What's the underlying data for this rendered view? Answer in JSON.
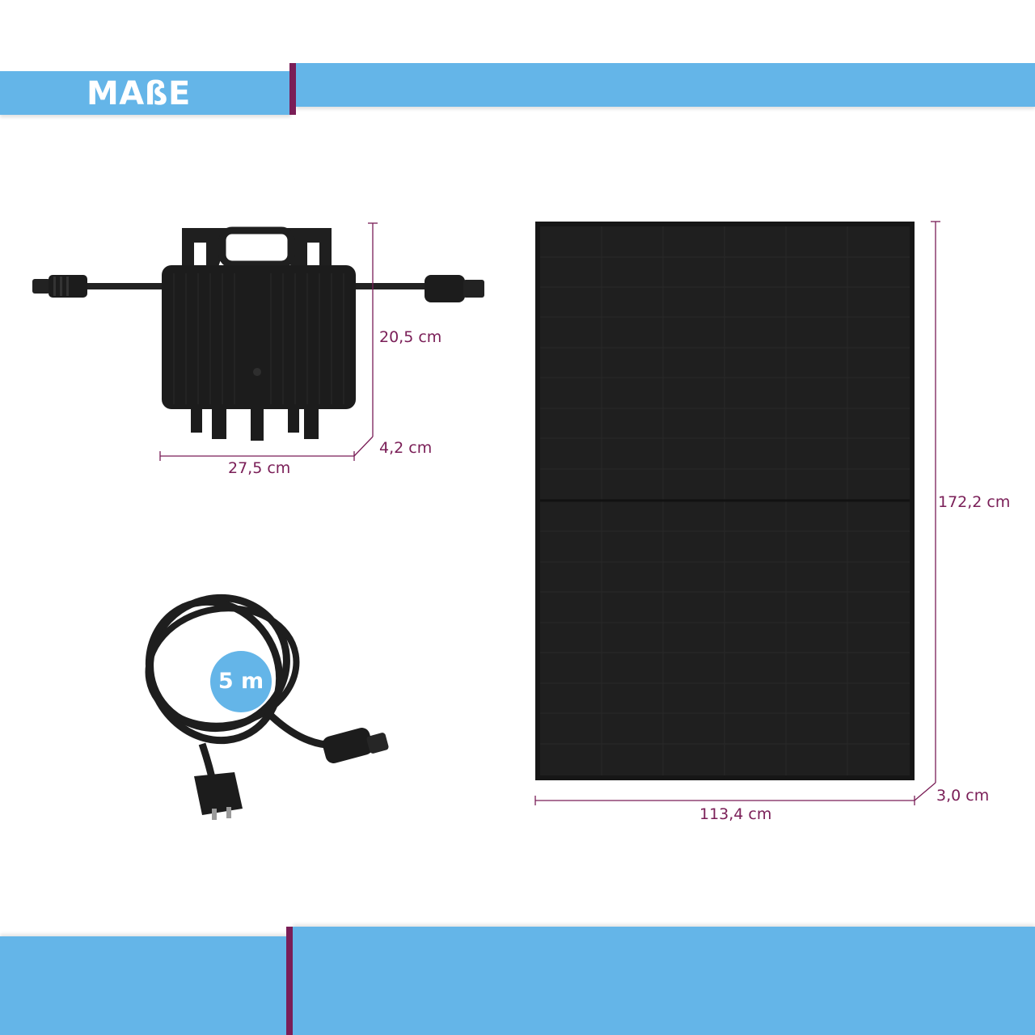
{
  "header": {
    "title": "MAßE"
  },
  "inverter": {
    "height_label": "20,5 cm",
    "depth_label": "4,2 cm",
    "width_label": "27,5 cm"
  },
  "cable": {
    "length_badge": "5 m"
  },
  "panel": {
    "height_label": "172,2 cm",
    "depth_label": "3,0 cm",
    "width_label": "113,4 cm"
  },
  "colors": {
    "band_blue": "#64b5e8",
    "accent_maroon": "#7a1e57",
    "product_black": "#1c1c1c"
  }
}
